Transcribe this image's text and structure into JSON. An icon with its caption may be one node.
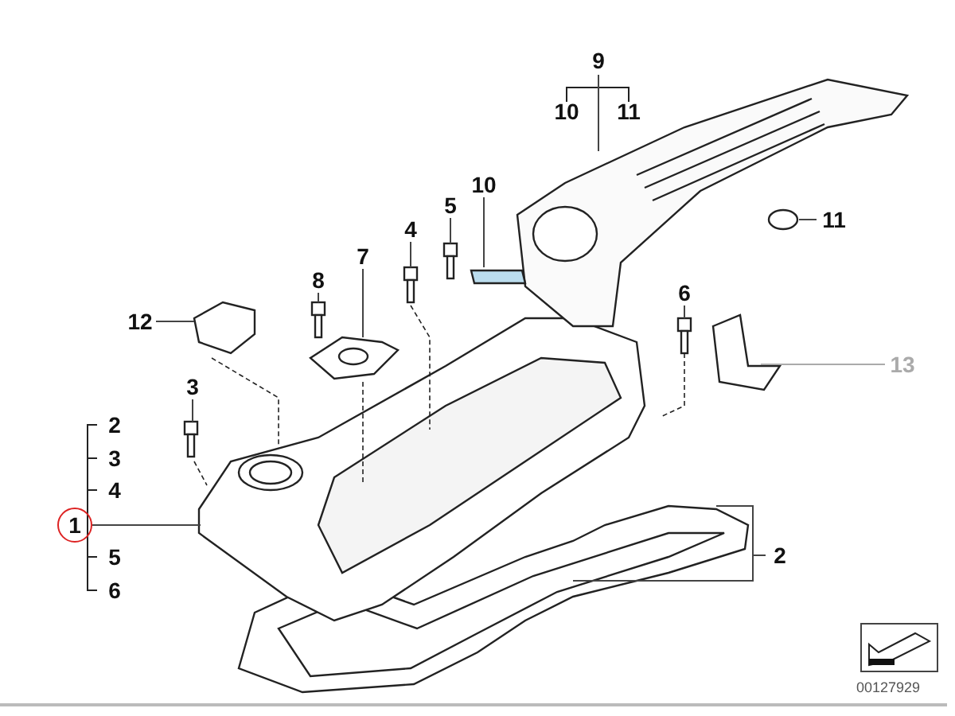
{
  "diagram": {
    "nodes": [
      {
        "text": [
          "9"
        ]
      },
      {
        "text": [
          "10"
        ]
      },
      {
        "text": [
          "5"
        ]
      },
      {
        "text": [
          "11"
        ]
      },
      {
        "text": [
          "4"
        ]
      },
      {
        "text": [
          "8"
        ]
      },
      {
        "text": [
          "7"
        ]
      },
      {
        "text": [
          "12"
        ]
      },
      {
        "text": [
          "6"
        ]
      },
      {
        "text": [
          "13"
        ]
      },
      {
        "text": [
          "3"
        ]
      },
      {
        "text": [
          "1"
        ]
      },
      {
        "text": [
          "2"
        ]
      }
    ],
    "edges": [
      {
        "from": 0,
        "to": null,
        "arrow": "none"
      },
      {
        "from": 1,
        "to": null,
        "arrow": "none"
      },
      {
        "from": 2,
        "to": null,
        "arrow": "none"
      },
      {
        "from": 3,
        "to": null,
        "arrow": "none"
      },
      {
        "from": 4,
        "to": null,
        "arrow": "none"
      },
      {
        "from": 5,
        "to": null,
        "arrow": "none"
      },
      {
        "from": 6,
        "to": null,
        "arrow": "none"
      },
      {
        "from": 7,
        "to": null,
        "arrow": "none"
      },
      {
        "from": 8,
        "to": null,
        "arrow": "none"
      },
      {
        "from": 9,
        "to": null,
        "arrow": "none",
        "color": "#aaaaaa"
      },
      {
        "from": 10,
        "to": null,
        "arrow": "none"
      },
      {
        "from": 11,
        "to": null,
        "arrow": "none"
      },
      {
        "from": 12,
        "to": null,
        "arrow": "none"
      }
    ],
    "labels": [
      "10",
      "11",
      "2",
      "3",
      "4",
      "5",
      "6",
      "00127929"
    ]
  }
}
